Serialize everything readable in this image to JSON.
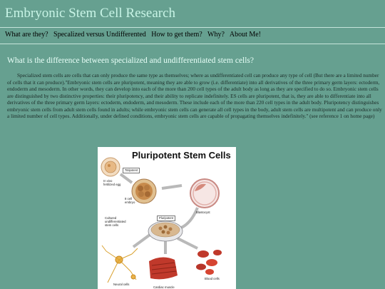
{
  "site": {
    "title": "Embryonic Stem Cell Research"
  },
  "nav": {
    "items": [
      "What are they?",
      "Specalized versus Undifferented",
      "How to get them?",
      "Why?",
      "About Me!"
    ]
  },
  "main": {
    "heading": "What is the difference between specialized and undifferentiated stem cells?",
    "paragraph": "Specialized stem cells are cells that can only produce the same type as themselves; where as undifferentiated cell can produce any type of cell (But there are a limited number of cells that it can produce).\"Embryonic stem cells are pluripotent, meaning they are able to grow (i.e. differentiate) into all derivatives of the three primary germ layers: ectoderm, endoderm and mesoderm. In other words, they can develop into each of the more than 200 cell types of the adult body as long as they are specified to do so. Embryonic stem cells are distinguished by two distinctive properties: their pluripotency, and their ability to replicate indefinitely. ES cells are pluripotent, that is, they are able to differentiate into all derivatives of the three primary germ layers: ectoderm, endoderm, and mesoderm. These include each of the more than 220 cell types in the adult body. Pluripotency distinguishes embryonic stem cells from adult stem cells found in adults; while embryonic stem cells can generate all cell types in the body, adult stem cells are multipotent and can produce only a limited number of cell types. Additionally, under defined conditions, embryonic stem cells are capable of propagating themselves indefinitely.\" (see reference 1 on home page)"
  },
  "figure": {
    "title": "Pluripotent Stem Cells",
    "labels": {
      "totipotent": "Totipotent",
      "egg_line1": "In vivo",
      "egg_line2": "fertilized egg",
      "embryo_line1": "8 cell",
      "embryo_line2": "embryo",
      "cultured_line1": "Cultured",
      "cultured_line2": "undifferentiated",
      "cultured_line3": "stem cells",
      "pluripotent": "Pluripotent",
      "blastocyst": "Blastocyst",
      "neural": "Neural cells",
      "cardiac": "Cardiac muscle",
      "blood": "Blood cells"
    }
  }
}
